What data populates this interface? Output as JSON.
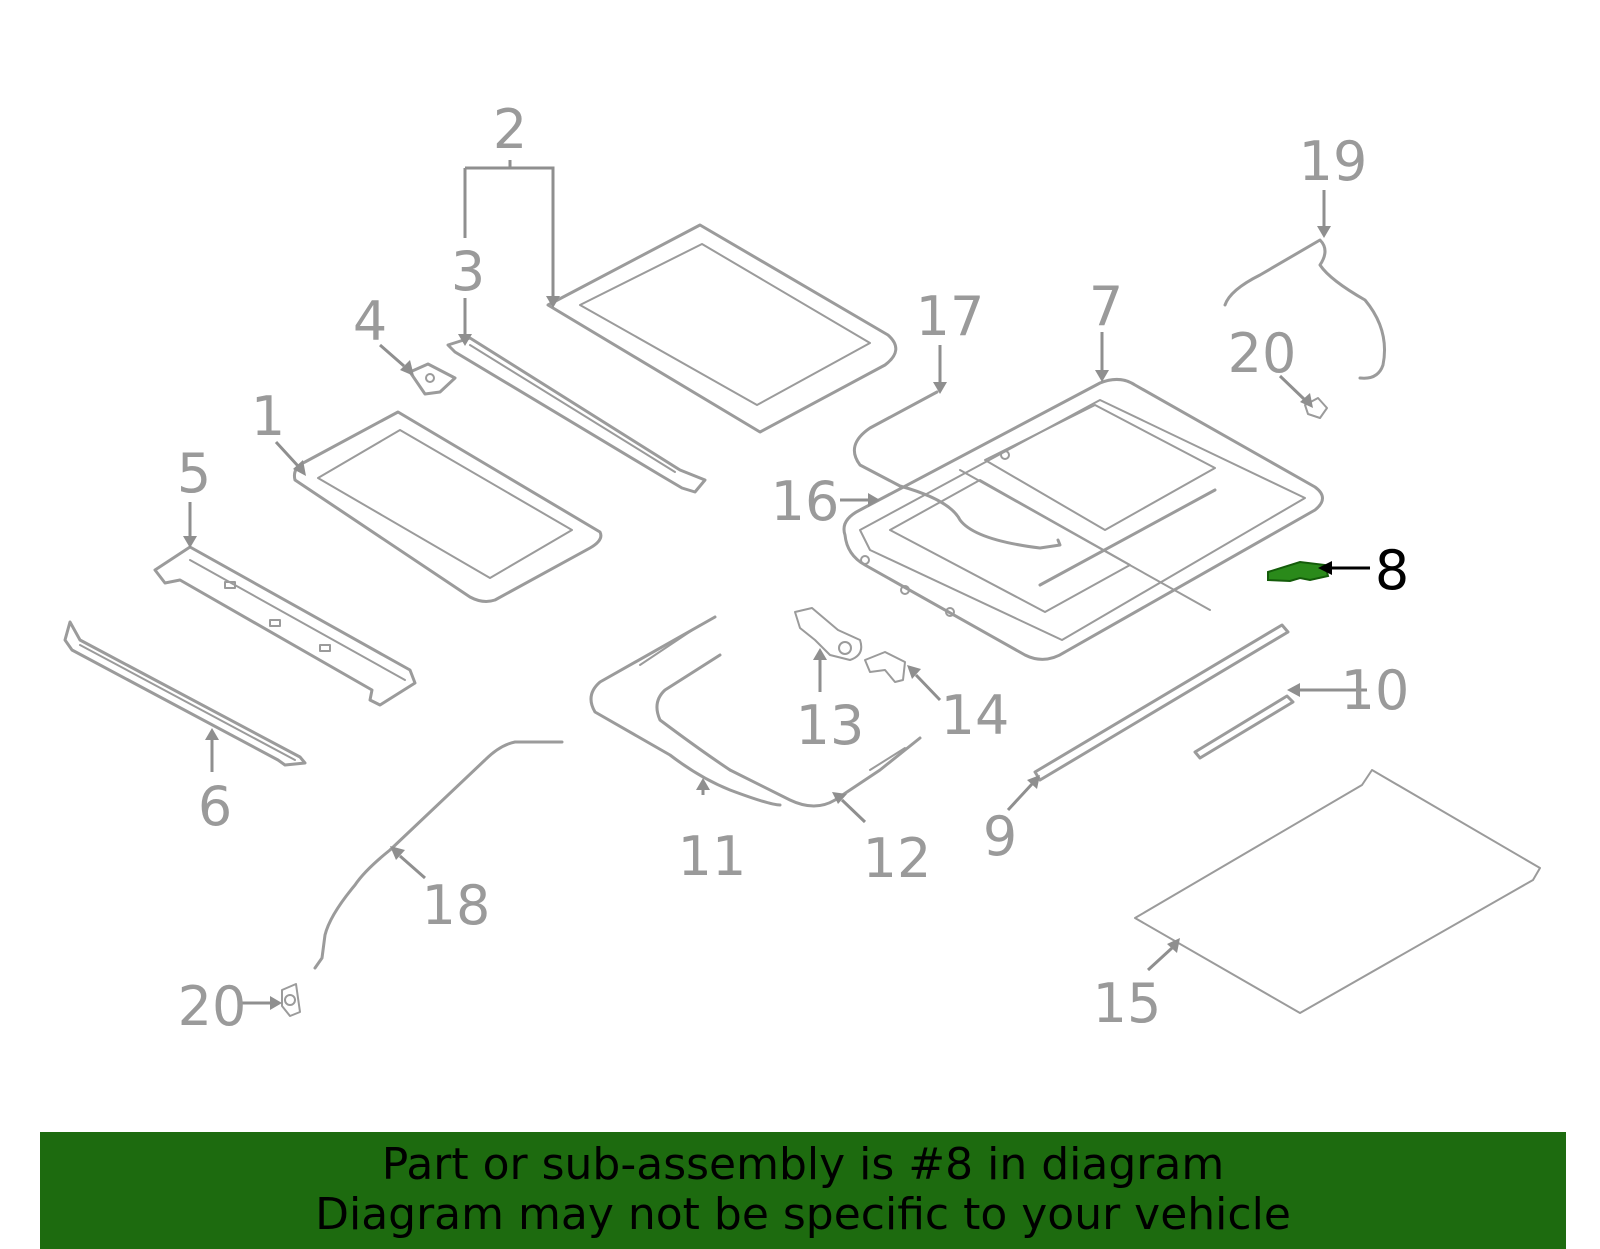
{
  "diagram": {
    "callouts": {
      "c1": "1",
      "c2": "2",
      "c3": "3",
      "c4": "4",
      "c5": "5",
      "c6": "6",
      "c7": "7",
      "c8": "8",
      "c9": "9",
      "c10": "10",
      "c11": "11",
      "c12": "12",
      "c13": "13",
      "c14": "14",
      "c15": "15",
      "c16": "16",
      "c17": "17",
      "c18": "18",
      "c19": "19",
      "c20a": "20",
      "c20b": "20"
    },
    "highlighted_part": "8",
    "colors": {
      "part_line": "#9b9b9b",
      "callout_text": "#9a9a9a",
      "highlight_part_fill": "#2a8a1a",
      "highlight_text": "#000000",
      "banner_background": "#1d6b0f"
    }
  },
  "banner": {
    "line1": "Part or sub-assembly is #8 in diagram",
    "line2": "Diagram may not be specific to your vehicle"
  }
}
